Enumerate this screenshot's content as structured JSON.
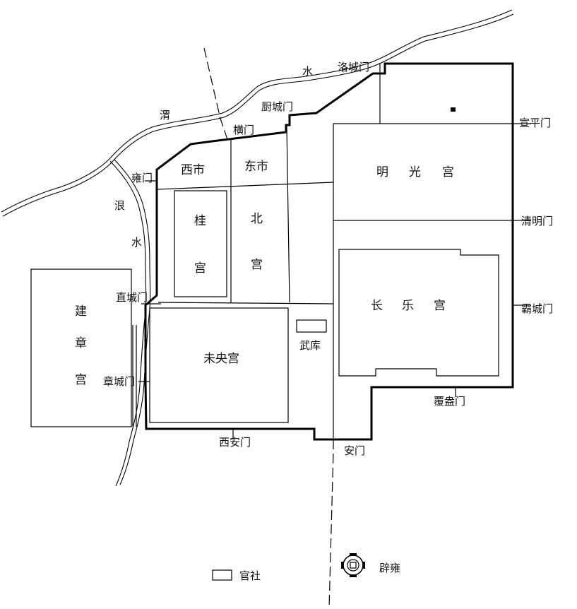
{
  "rivers": {
    "wei": [
      "水",
      "渭"
    ],
    "jue": [
      "泿",
      "水"
    ]
  },
  "gates": {
    "luocheng": "洛城门",
    "chucheng": "厨城门",
    "heng": "横门",
    "xuanping": "宣平门",
    "yong": "雍门",
    "qingming": "清明门",
    "zhicheng": "直城门",
    "bacheng": "霸城门",
    "zhangcheng": "章城门",
    "fuang": "覆盎门",
    "xian": "西安门",
    "an": "安门"
  },
  "areas": {
    "xishi": "西市",
    "dongshi": "东市",
    "mingguang": [
      "明",
      "光",
      "宫"
    ],
    "gui": [
      "桂",
      "宫"
    ],
    "bei": [
      "北",
      "宫"
    ],
    "jianzhang": [
      "建",
      "章",
      "宫"
    ],
    "weiyang": "未央宫",
    "wuku": "武库",
    "changle": [
      "长",
      "乐",
      "宫"
    ]
  },
  "legend": {
    "guanshe": "官社",
    "biyong": "辟雍"
  },
  "colors": {
    "ink": "#000000",
    "paper": "#ffffff"
  }
}
